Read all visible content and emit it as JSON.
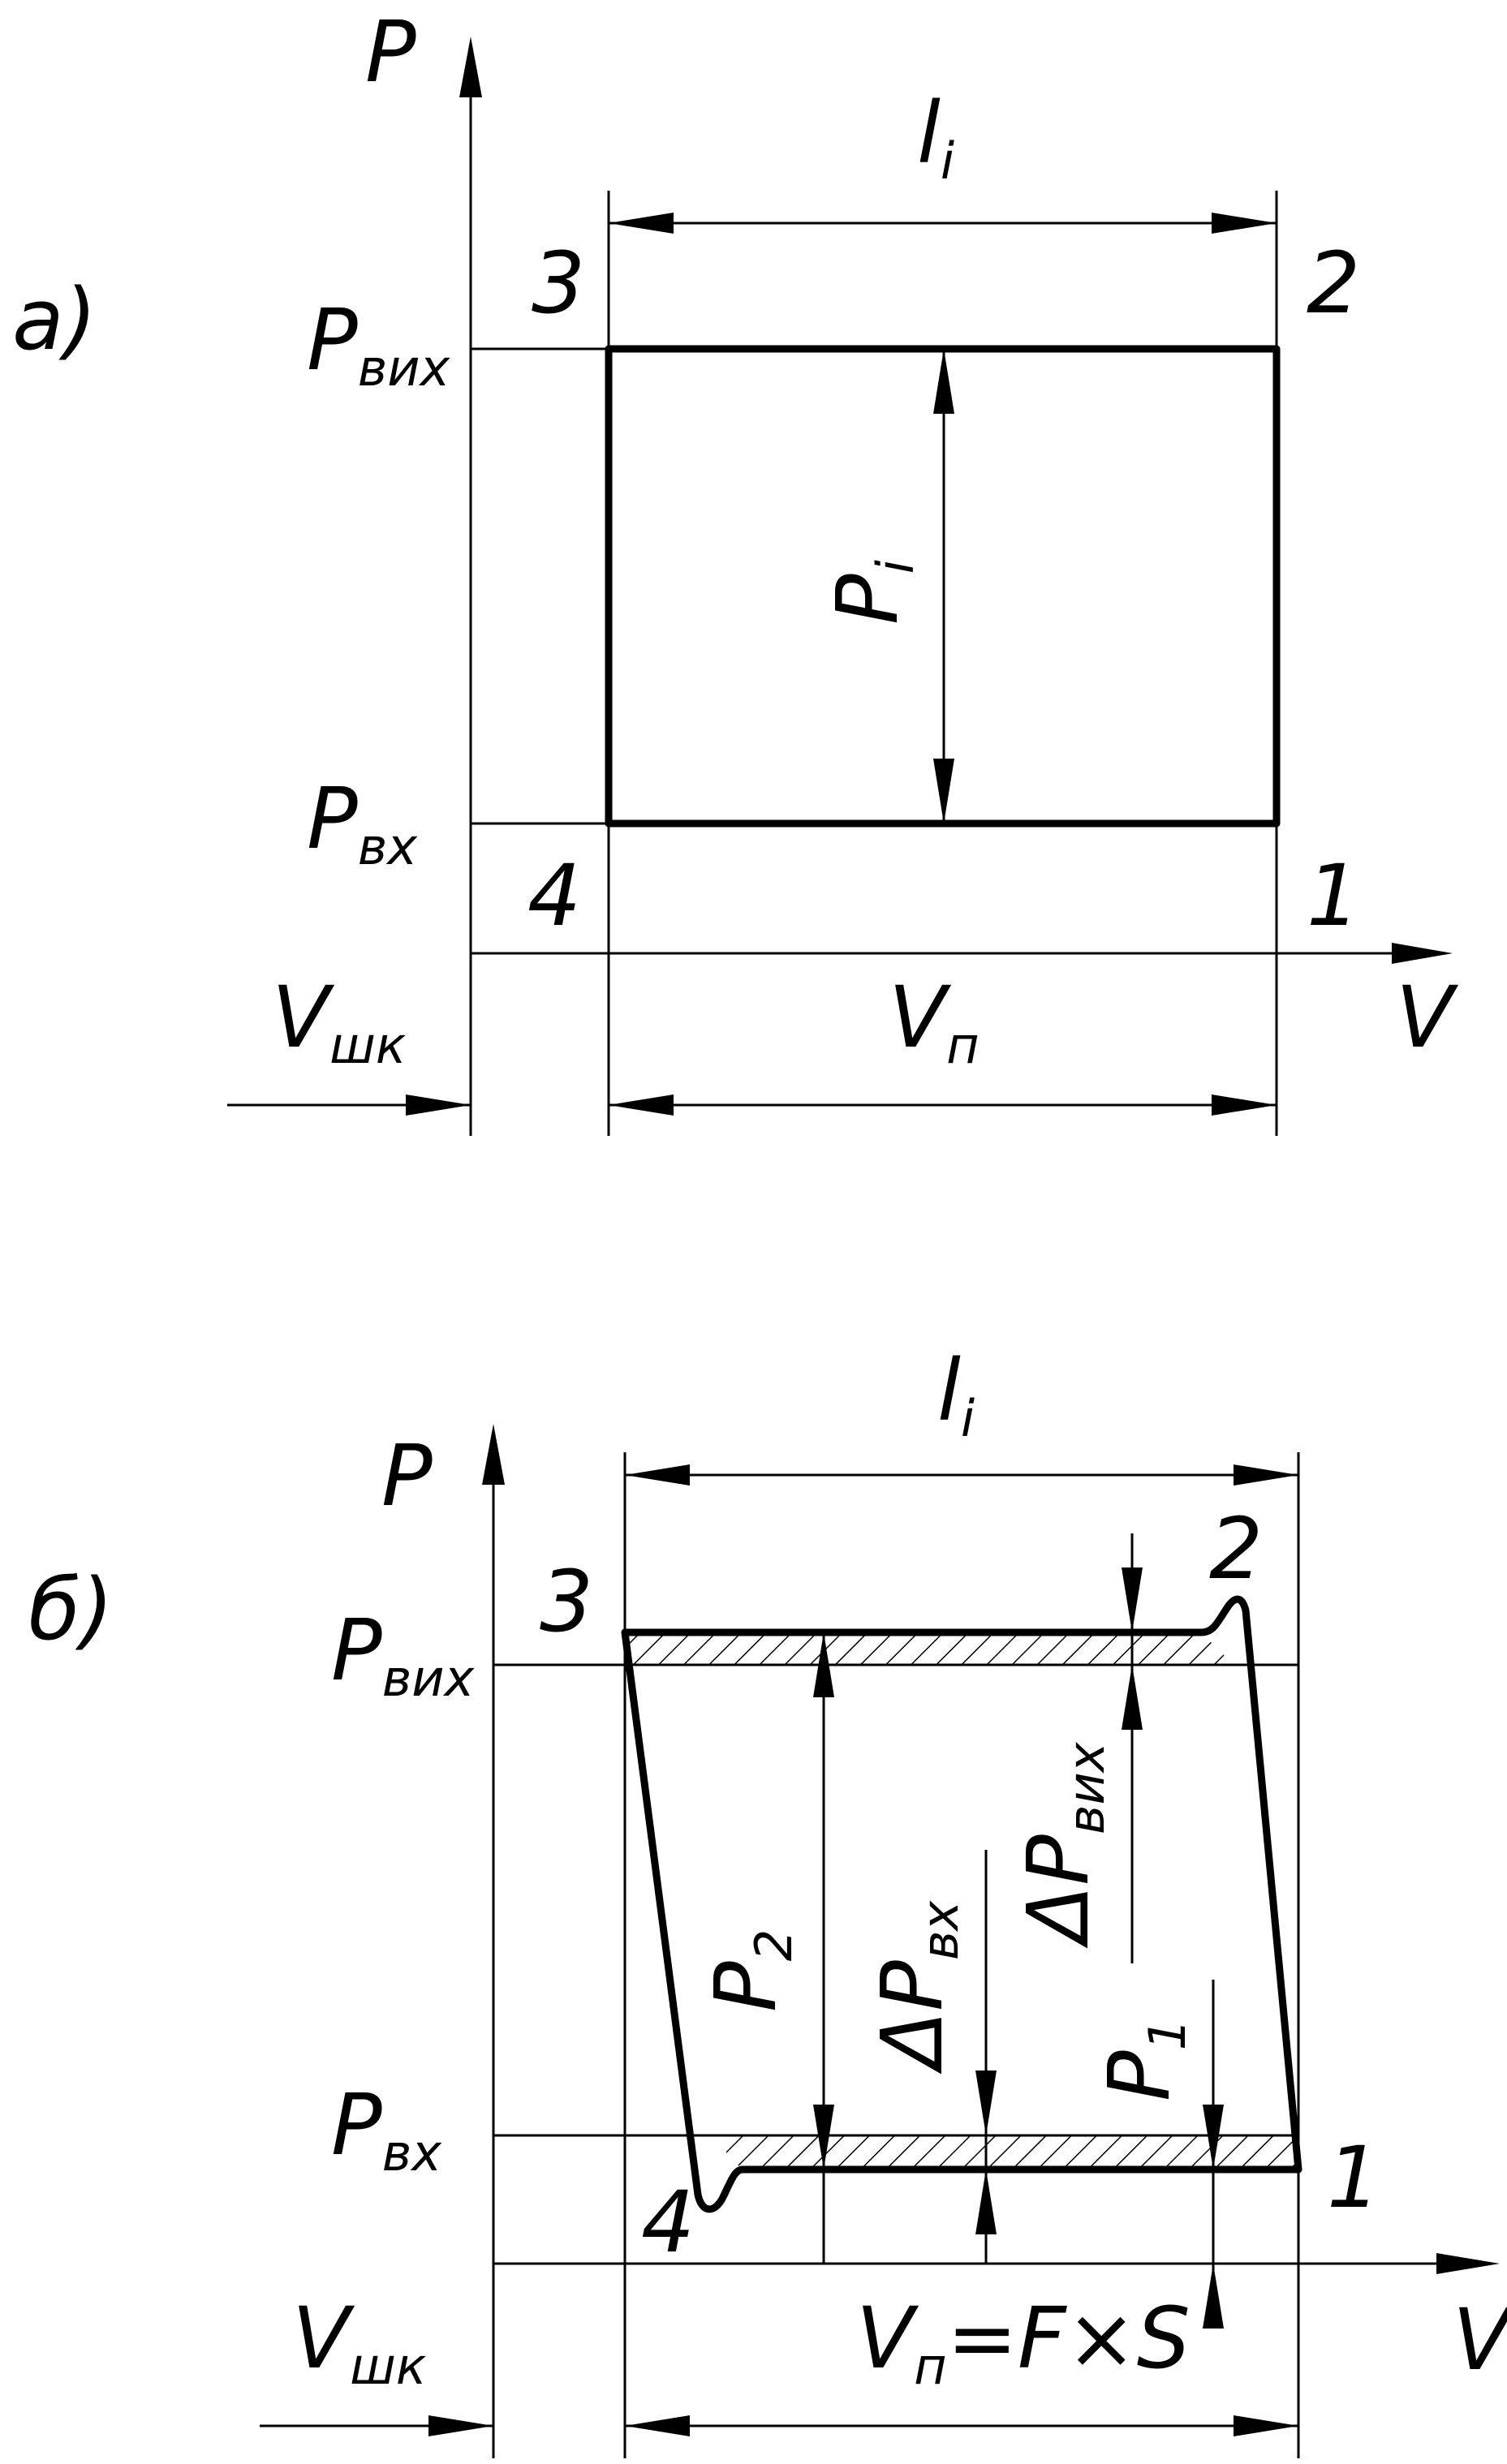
{
  "diagram_a": {
    "tag": "а)",
    "axis_p": "P",
    "axis_v": "V",
    "p_out_main": "P",
    "p_out_sub": "вих",
    "p_in_main": "P",
    "p_in_sub": "вх",
    "v_dead_main": "V",
    "v_dead_sub": "шк",
    "v_stroke_main": "V",
    "v_stroke_sub": "п",
    "li_main": "l",
    "li_sub": "i",
    "pi_main": "P",
    "pi_sub": "i",
    "point_1": "1",
    "point_2": "2",
    "point_3": "3",
    "point_4": "4"
  },
  "diagram_b": {
    "tag": "б)",
    "axis_p": "P",
    "axis_v": "V",
    "p_out_main": "P",
    "p_out_sub": "вих",
    "p_in_main": "P",
    "p_in_sub": "вх",
    "v_dead_main": "V",
    "v_dead_sub": "шк",
    "v_stroke_main": "V",
    "v_stroke_sub": "п",
    "v_stroke_formula": "=F×S",
    "li_main": "l",
    "li_sub": "i",
    "p2_main": "P",
    "p2_sub": "2",
    "p1_main": "P",
    "p1_sub": "1",
    "dp_in_main": "ΔP",
    "dp_in_sub": "вх",
    "dp_out_main": "ΔP",
    "dp_out_sub": "вих",
    "point_1": "1",
    "point_2": "2",
    "point_3": "3",
    "point_4": "4"
  }
}
